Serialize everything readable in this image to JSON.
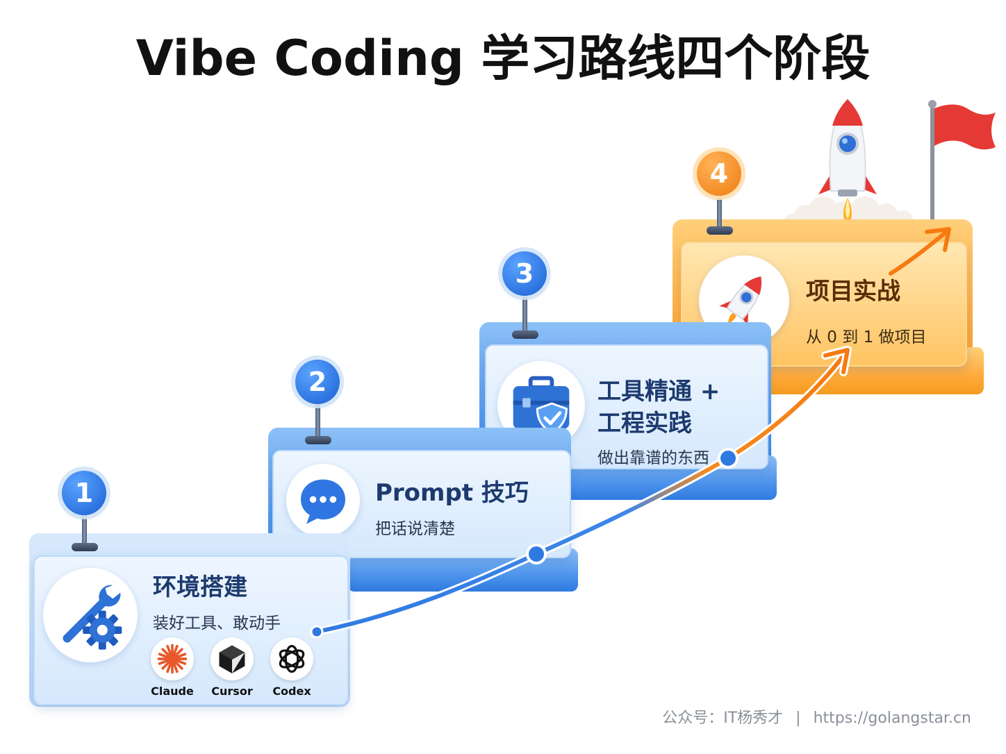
{
  "title": "Vibe Coding 学习路线四个阶段",
  "steps": [
    {
      "number": "1",
      "title": "环境搭建",
      "subtitle": "装好工具、敢动手",
      "icon": "wrench-gear-icon"
    },
    {
      "number": "2",
      "title": "Prompt 技巧",
      "subtitle": "把话说清楚",
      "icon": "chat-bubble-icon"
    },
    {
      "number": "3",
      "title_line1": "工具精通 +",
      "title_line2": "工程实践",
      "subtitle": "做出靠谱的东西",
      "icon": "toolbox-shield-icon"
    },
    {
      "number": "4",
      "title": "项目实战",
      "subtitle": "从 0 到 1 做项目",
      "icon": "rocket-icon"
    }
  ],
  "tools": [
    {
      "name": "Claude",
      "icon": "claude-logo-icon"
    },
    {
      "name": "Cursor",
      "icon": "cursor-logo-icon"
    },
    {
      "name": "Codex",
      "icon": "openai-logo-icon"
    }
  ],
  "footer": {
    "account": "公众号：IT杨秀才",
    "separator": "|",
    "url": "https://golangstar.cn"
  },
  "colors": {
    "blue": "#2f7ae0",
    "orange": "#f59a20",
    "title_text": "#1c3a6e"
  }
}
